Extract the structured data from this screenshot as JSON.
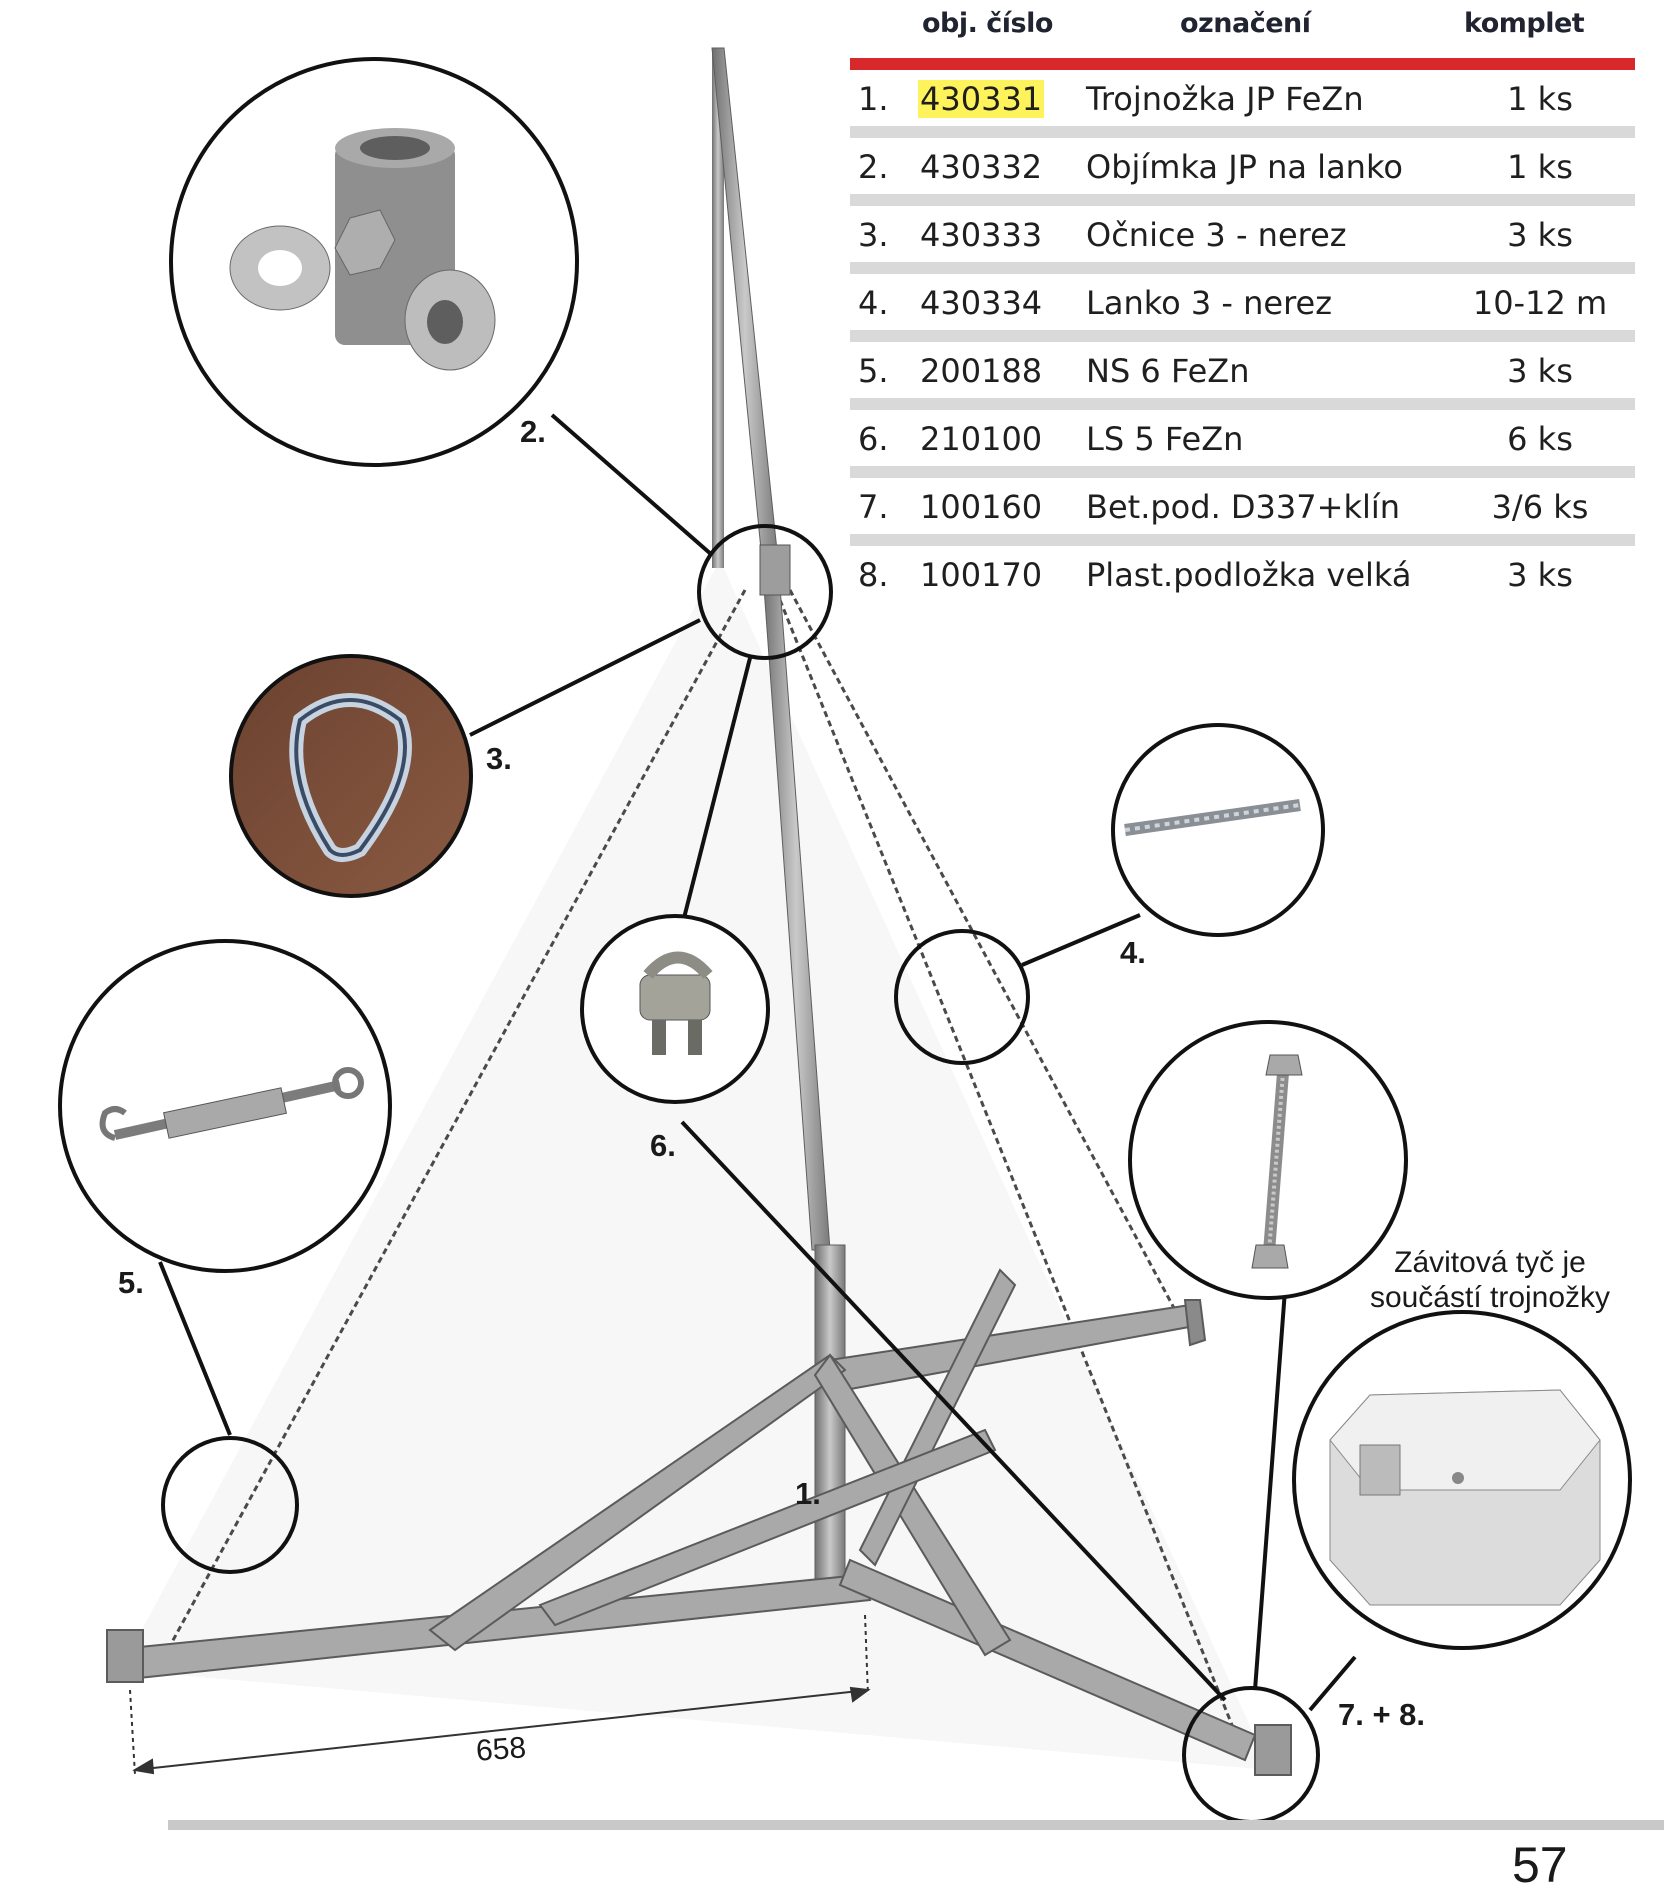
{
  "table": {
    "headers": {
      "number": "obj. číslo",
      "designation": "označení",
      "set": "komplet"
    },
    "rows": [
      {
        "index": "1.",
        "number": "430331",
        "name": "Trojnožka JP FeZn",
        "qty": "1 ks",
        "highlighted": true
      },
      {
        "index": "2.",
        "number": "430332",
        "name": "Objímka JP na lanko",
        "qty": "1 ks"
      },
      {
        "index": "3.",
        "number": "430333",
        "name": "Očnice 3 - nerez",
        "qty": "3 ks"
      },
      {
        "index": "4.",
        "number": "430334",
        "name": "Lanko 3 - nerez",
        "qty": "10-12 m"
      },
      {
        "index": "5.",
        "number": "200188",
        "name": "NS 6 FeZn",
        "qty": "3 ks"
      },
      {
        "index": "6.",
        "number": "210100",
        "name": "LS 5 FeZn",
        "qty": "6 ks"
      },
      {
        "index": "7.",
        "number": "100160",
        "name": "Bet.pod. D337+klín",
        "qty": "3/6 ks"
      },
      {
        "index": "8.",
        "number": "100170",
        "name": "Plast.podložka velká",
        "qty": "3 ks"
      }
    ]
  },
  "callouts": {
    "c1": "1.",
    "c2": "2.",
    "c3": "3.",
    "c4": "4.",
    "c5": "5.",
    "c6": "6.",
    "c78": "7. + 8."
  },
  "note": {
    "line1": "Závitová tyč je",
    "line2": "součástí trojnožky"
  },
  "dimension": "658",
  "page_number": "57",
  "colors": {
    "accent_rule": "#d7282c",
    "highlight": "#fff35c",
    "steel": "#8d8d8d"
  }
}
